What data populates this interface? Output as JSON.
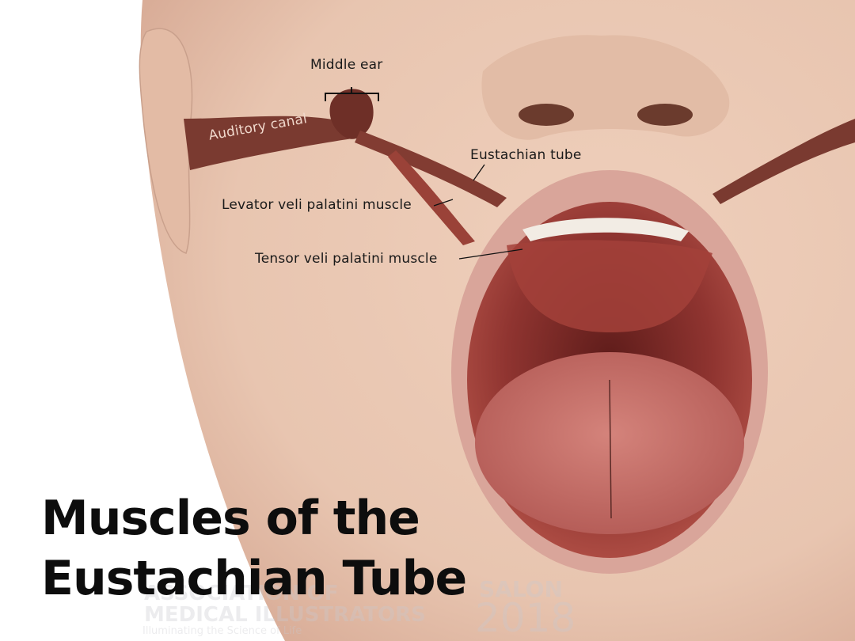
{
  "title": {
    "line1": "Muscles of the",
    "line2": "Eustachian Tube"
  },
  "labels": {
    "middle_ear": "Middle ear",
    "auditory_canal": "Auditory canal",
    "eustachian_tube": "Eustachian tube",
    "levator": "Levator veli palatini muscle",
    "tensor": "Tensor veli palatini muscle"
  },
  "watermark": {
    "org_line1": "ASSOCIATION OF",
    "org_line2": "MEDICAL ILLUSTRATORS",
    "tagline": "Illuminating the Science of Life",
    "salon": "SALON",
    "year": "2018"
  },
  "colors": {
    "skin": "#e9c9b4",
    "muscle": "#8c3b30",
    "mouth_interior": "#9e3a35",
    "tongue": "#c9716a"
  }
}
